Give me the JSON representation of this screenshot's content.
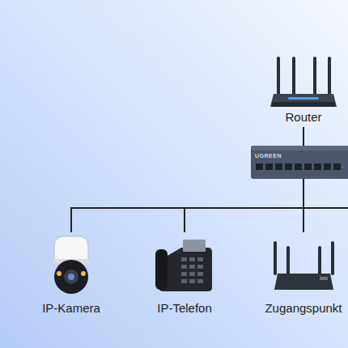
{
  "diagram": {
    "nodes": [
      {
        "text": [
          "Router"
        ]
      },
      {
        "text": [
          "IP-Kamera"
        ]
      },
      {
        "text": [
          "IP-Telefon"
        ]
      },
      {
        "text": [
          "Zugangspunkt"
        ]
      }
    ],
    "edges": [
      {
        "from": 0,
        "to": 1,
        "arrow": "none"
      },
      {
        "from": 0,
        "to": 2,
        "arrow": "none"
      },
      {
        "from": 0,
        "to": 3,
        "arrow": "none"
      }
    ],
    "labels": [
      "UGREEN"
    ]
  }
}
